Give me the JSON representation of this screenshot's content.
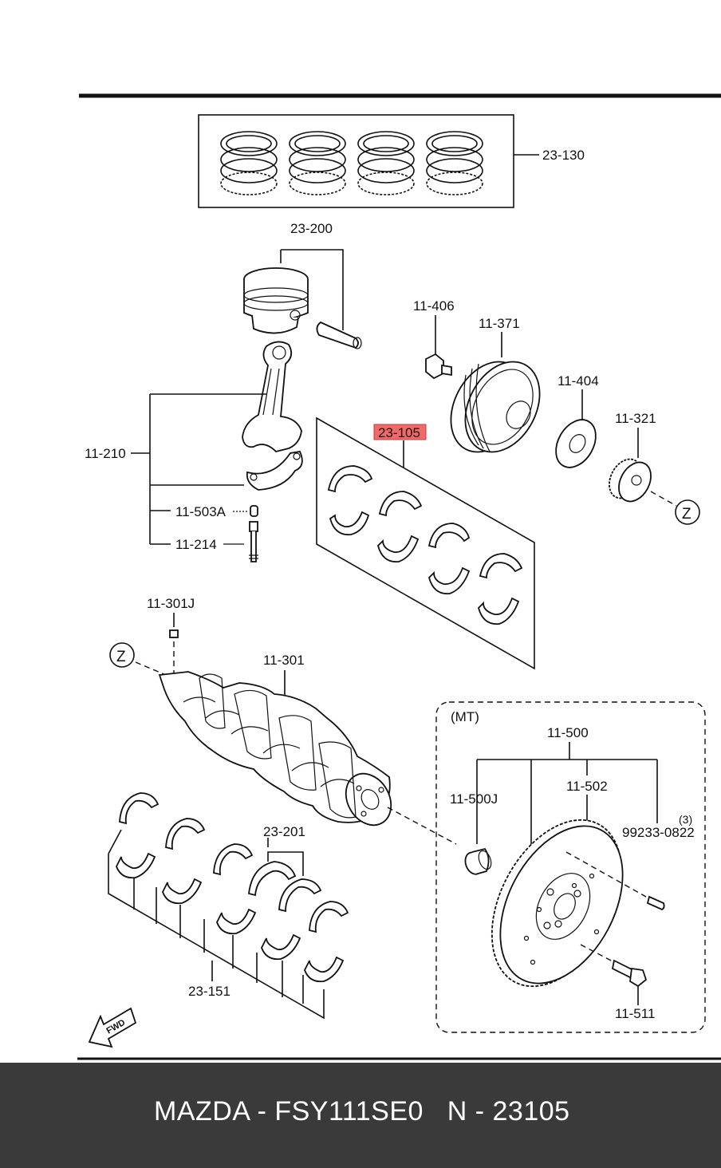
{
  "labels": {
    "rings": "23-130",
    "piston": "23-200",
    "conrod": "11-210",
    "conrod_nut": "11-503A",
    "conrod_bolt": "11-214",
    "pulley_bolt": "11-406",
    "pulley": "11-371",
    "washer": "11-404",
    "sprocket": "11-321",
    "rod_bearings": "23-105",
    "key": "11-301J",
    "crankshaft": "11-301",
    "flywheel_assy": "11-500",
    "pilot_bearing": "11-500J",
    "ring_gear": "11-502",
    "pin": "99233-0822",
    "pin_qty": "(3)",
    "thrust_bearings": "23-201",
    "main_bearings": "23-151",
    "flywheel_bolt": "11-511",
    "transmission": "(MT)",
    "fwd": "FWD",
    "ref_z_top": "Z",
    "ref_z_bottom": "Z"
  },
  "highlight_color": "#f06a6a",
  "footer": {
    "text": "MAZDA - FSY111SE0   N - 23105"
  }
}
